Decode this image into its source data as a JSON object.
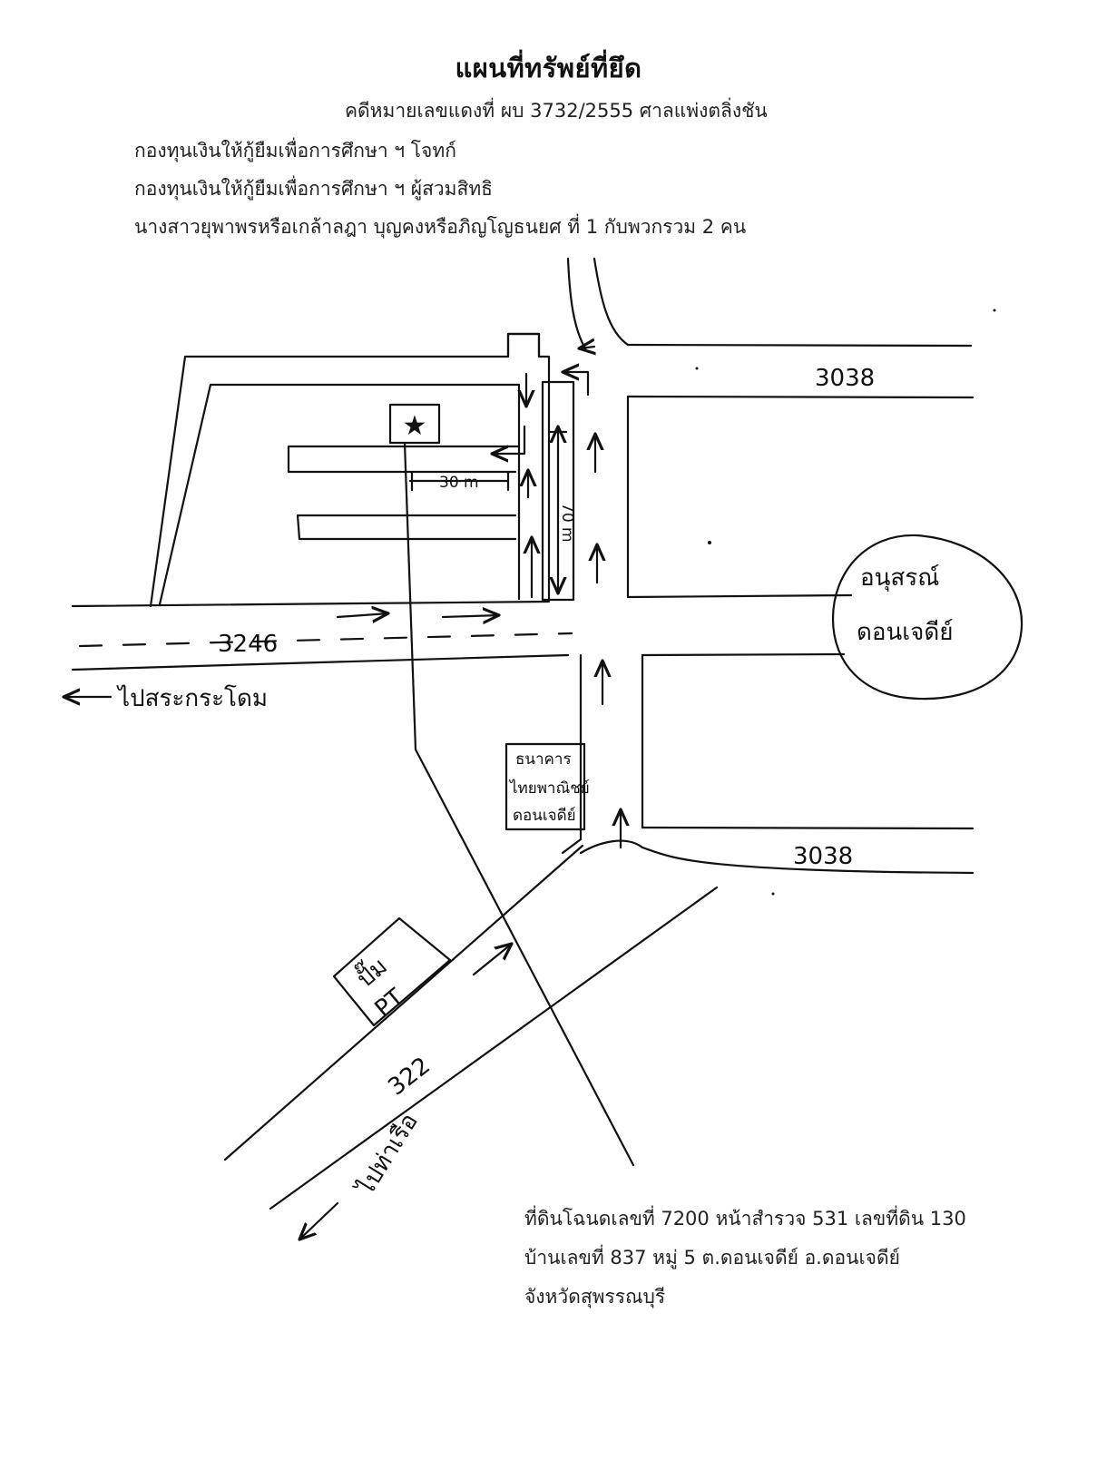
{
  "header": {
    "title": "แผนที่ทรัพย์ที่ยึด",
    "case_line": "คดีหมายเลขแดงที่ ผบ 3732/2555 ศาลแพ่งตลิ่งชัน",
    "plaintiff_line": "กองทุนเงินให้กู้ยืมเพื่อการศึกษา ฯ โจทก์",
    "subrogee_line": "กองทุนเงินให้กู้ยืมเพื่อการศึกษา ฯ ผู้สวมสิทธิ",
    "defendant_line": "นางสาวยุพาพรหรือเกล้าลฎา บุญคงหรือภิญโญธนยศ ที่ 1 กับพวกรวม 2 คน"
  },
  "map": {
    "roads": {
      "road_3038_top": "3038",
      "road_3038_bottom": "3038",
      "road_3246": "3246",
      "road_322": "322"
    },
    "directions": {
      "to_sakrakrakhom": "ไปสระกระโดม",
      "to_tharuea": "ไปท่าเรือ"
    },
    "landmarks": {
      "monument_line1": "อนุสรณ์",
      "monument_line2": "ดอนเจดีย์",
      "bank_line1": "ธนาคาร",
      "bank_line2": "ไทยพาณิชย์",
      "bank_line3": "ดอนเจดีย์",
      "shop_line1": "ปั๊ม",
      "shop_line2": "PT"
    },
    "distances": {
      "horizontal": "30 m",
      "vertical": "70 m"
    },
    "property_marker": "★",
    "colors": {
      "ink": "#111111",
      "paper": "#ffffff"
    }
  },
  "property": {
    "line1": "ที่ดินโฉนดเลขที่ 7200 หน้าสำรวจ 531 เลขที่ดิน 130",
    "line2": "บ้านเลขที่ 837 หมู่ 5 ต.ดอนเจดีย์ อ.ดอนเจดีย์",
    "line3": "จังหวัดสุพรรณบุรี"
  }
}
